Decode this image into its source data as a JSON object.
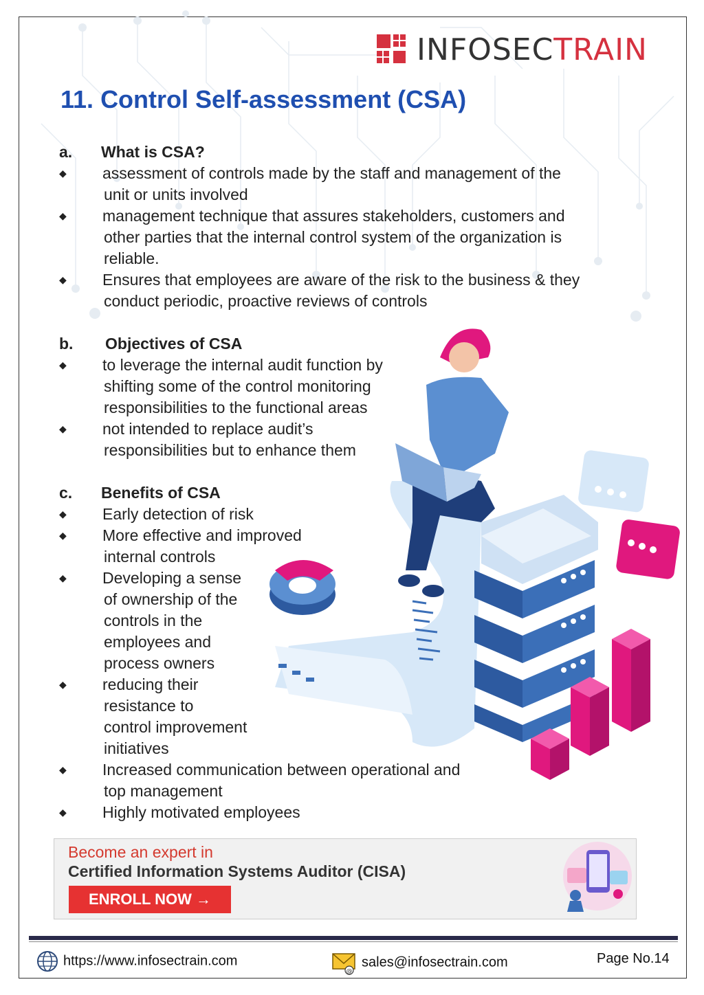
{
  "brand": {
    "part1": "INFOSEC",
    "part2": "TRAIN"
  },
  "section": {
    "number": "11.",
    "title": "Control Self-assessment (CSA)"
  },
  "sections": [
    {
      "letter": "a.",
      "heading": "What is CSA?",
      "items": [
        [
          "assessment of controls made by the staff and management of the",
          "unit or units involved"
        ],
        [
          "management technique that assures stakeholders, customers and",
          "other parties that the internal control system of the organization is",
          "reliable."
        ],
        [
          "Ensures that employees are aware of the risk to the business & they",
          "conduct periodic, proactive reviews of controls"
        ]
      ]
    },
    {
      "letter": "b.",
      "heading": "Objectives of CSA",
      "items": [
        [
          "to leverage the internal audit function by",
          "shifting some of the control monitoring",
          "responsibilities to the functional areas"
        ],
        [
          "not intended to replace audit’s",
          "responsibilities but to enhance them"
        ]
      ]
    },
    {
      "letter": "c.",
      "heading": "Benefits of CSA",
      "items": [
        [
          "Early detection of risk"
        ],
        [
          "More effective and improved",
          "internal controls"
        ],
        [
          "Developing a sense",
          "of ownership of the",
          "controls in the",
          "employees and",
          "process owners"
        ],
        [
          "reducing their",
          "resistance to",
          "control improvement",
          "initiatives"
        ],
        [
          "Increased communication between operational and",
          "top management"
        ],
        [
          "Highly motivated employees"
        ]
      ]
    }
  ],
  "banner": {
    "line1": "Become an expert in",
    "line2": "Certified Information Systems Auditor (CISA)",
    "button": "ENROLL NOW →"
  },
  "footer": {
    "url": "https://www.infosectrain.com",
    "email": "sales@infosectrain.com",
    "page": "Page No.14"
  },
  "icons": {
    "bullet": "diamond-bullet-icon",
    "web": "globe-icon",
    "mail": "envelope-icon"
  },
  "colors": {
    "title": "#1f4fb0",
    "brand_red": "#d5313f",
    "enroll": "#e63232",
    "magenta": "#e0187e",
    "server_blue": "#3b6fb8"
  }
}
